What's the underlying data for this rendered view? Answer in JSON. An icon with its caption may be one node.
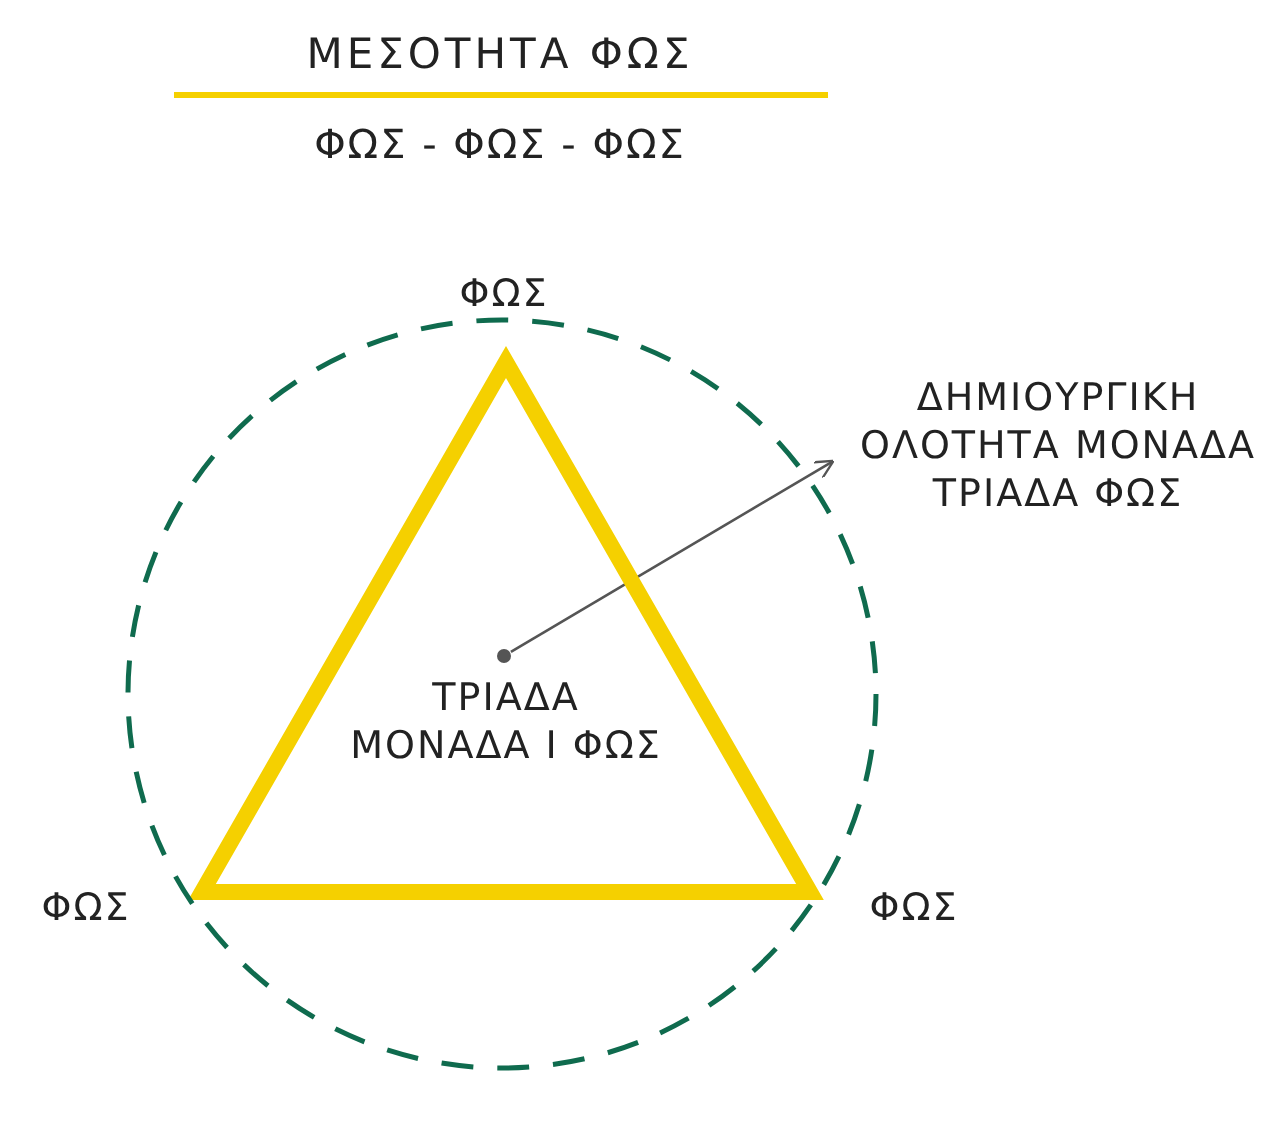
{
  "diagram": {
    "title": "ΜΕΣΟΤΗΤΑ ΦΩΣ",
    "nodes": [
      {
        "text": [],
        "shape": "circle"
      },
      {
        "text": [
          "ΤΡΙΑΔΑ ΜΟΝΑΔΑ Ι ΦΩΣ"
        ],
        "in": 0
      },
      {
        "text": [],
        "shape": "circle",
        "in": 1
      },
      {
        "text": [
          "ΔΗΜΙΟΥΡΓΙΚΗ ΟΛΟΤΗΤΑ ΜΟΝΑΔΑ ΤΡΙΑΔΑ ΦΩΣ"
        ]
      }
    ],
    "edges": [
      {
        "from": 2,
        "to": 3,
        "arrow": "to"
      }
    ],
    "labels": [
      "ΦΩΣ - ΦΩΣ - ΦΩΣ",
      "ΦΩΣ",
      "ΦΩΣ",
      "ΦΩΣ"
    ]
  }
}
